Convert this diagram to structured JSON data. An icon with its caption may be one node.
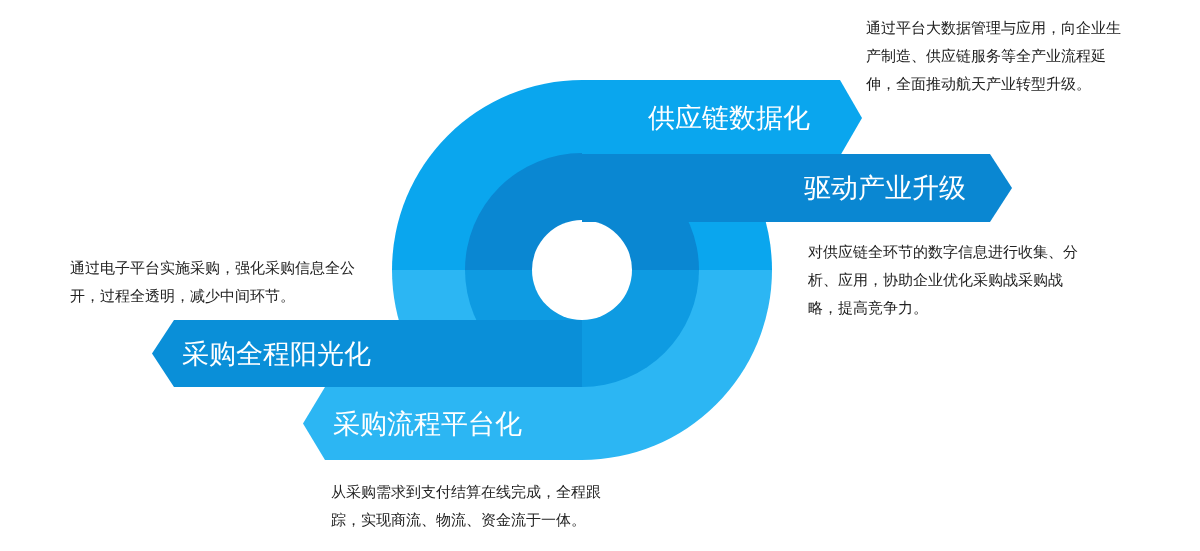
{
  "diagram": {
    "nodes": [
      {
        "text": [
          "供应链数据化"
        ],
        "beside": [
          "通过平台大数据管理与应用，向企业生产制造、供应链服务等全产业流程延伸，全面推动航天产业转型升级。"
        ]
      },
      {
        "text": [
          "驱动产业升级"
        ],
        "beside": [
          "对供应链全环节的数字信息进行收集、分析、应用，协助企业优化采购战采购战略，提高竞争力。"
        ]
      },
      {
        "text": [
          "采购全程阳光化"
        ],
        "beside": [
          "通过电子平台实施采购，强化采购信息全公开，过程全透明，减少中间环节。"
        ]
      },
      {
        "text": [
          "采购流程平台化"
        ],
        "beside": [
          "从采购需求到支付结算在线完成，全程跟踪，实现商流、物流、资金流于一体。"
        ]
      }
    ],
    "edges": []
  }
}
